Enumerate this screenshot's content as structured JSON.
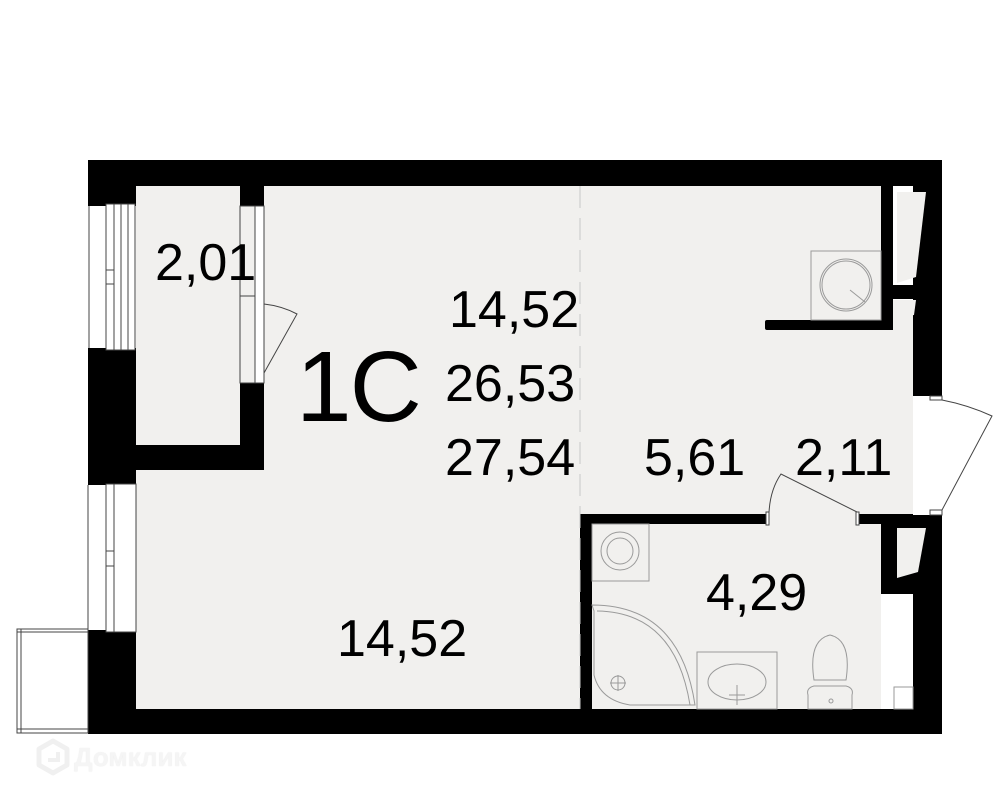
{
  "plan": {
    "apartment_type": "1С",
    "summary_areas": {
      "living": "14,52",
      "total_without_balcony": "26,53",
      "total": "27,54"
    },
    "rooms": [
      {
        "name": "balcony",
        "area": "2,01"
      },
      {
        "name": "living-room",
        "area": "14,52"
      },
      {
        "name": "kitchen",
        "area": "5,61"
      },
      {
        "name": "hallway",
        "area": "2,11"
      },
      {
        "name": "bathroom",
        "area": "4,29"
      }
    ]
  },
  "watermark": {
    "text": "Домклик",
    "icon": "house-logo-icon"
  },
  "colors": {
    "wall": "#000000",
    "floor": "#f1f0ee",
    "background": "#ffffff",
    "fixture_line": "#9a9a9a"
  }
}
